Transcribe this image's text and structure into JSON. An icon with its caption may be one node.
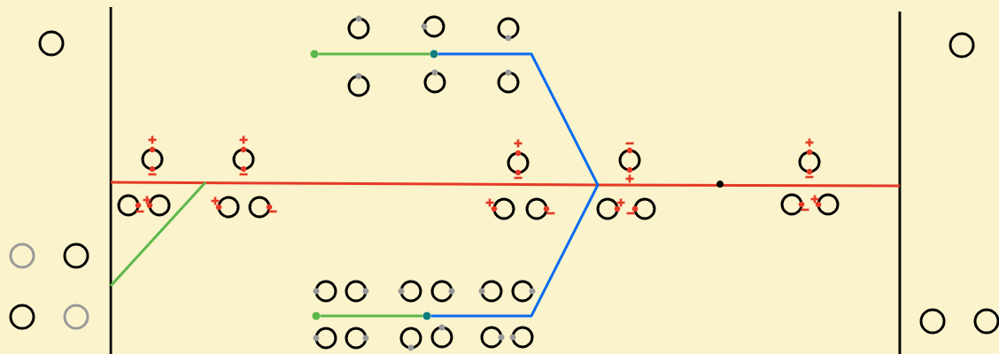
{
  "diagram": {
    "nodes": [
      {
        "text": [],
        "shape": "circle"
      },
      {
        "text": [],
        "shape": "circle"
      },
      {
        "text": [],
        "shape": "circle"
      },
      {
        "text": [],
        "shape": "circle"
      }
    ],
    "edges": [
      {
        "from": 0,
        "to": 1,
        "arrow": "none"
      },
      {
        "from": 1,
        "to": 3,
        "arrow": "none",
        "color": "#0a6cf0"
      },
      {
        "from": 2,
        "to": 3,
        "arrow": "none"
      }
    ]
  }
}
